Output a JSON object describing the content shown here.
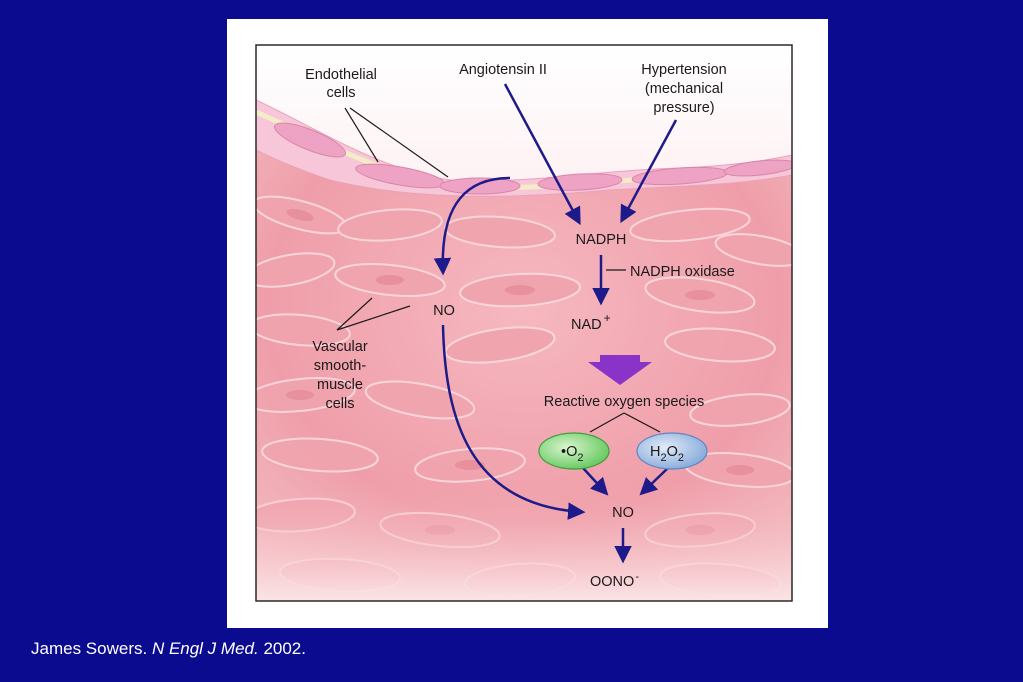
{
  "slide": {
    "background_color": "#0b0b8f",
    "citation": {
      "author": "James Sowers.",
      "journal": "N Engl J Med.",
      "year": "2002."
    }
  },
  "figure": {
    "colors": {
      "arrow": "#1d1b8a",
      "tissue": "#f2a7b0",
      "cell_outline": "#f9d6da",
      "o2_ellipse": "#7fd67a",
      "h2o2_ellipse": "#9dbde6",
      "big_arrow": "#8a33c9"
    },
    "labels": {
      "endothelial": [
        "Endothelial",
        "cells"
      ],
      "angiotensin": "Angiotensin II",
      "hypertension": [
        "Hypertension",
        "(mechanical",
        "pressure)"
      ],
      "nadph": "NADPH",
      "nadph_oxidase": "NADPH oxidase",
      "nad_plus": "NAD",
      "nad_plus_sup": "+",
      "no_left": "NO",
      "vascular": [
        "Vascular",
        "smooth-",
        "muscle",
        "cells"
      ],
      "ros": "Reactive oxygen species",
      "o2_radical": "•O",
      "o2_sub": "2",
      "h2o2_h": "H",
      "h2o2_sub1": "2",
      "h2o2_o": "O",
      "h2o2_sub2": "2",
      "no_bottom": "NO",
      "oono": "OONO",
      "oono_sup": "-"
    }
  }
}
